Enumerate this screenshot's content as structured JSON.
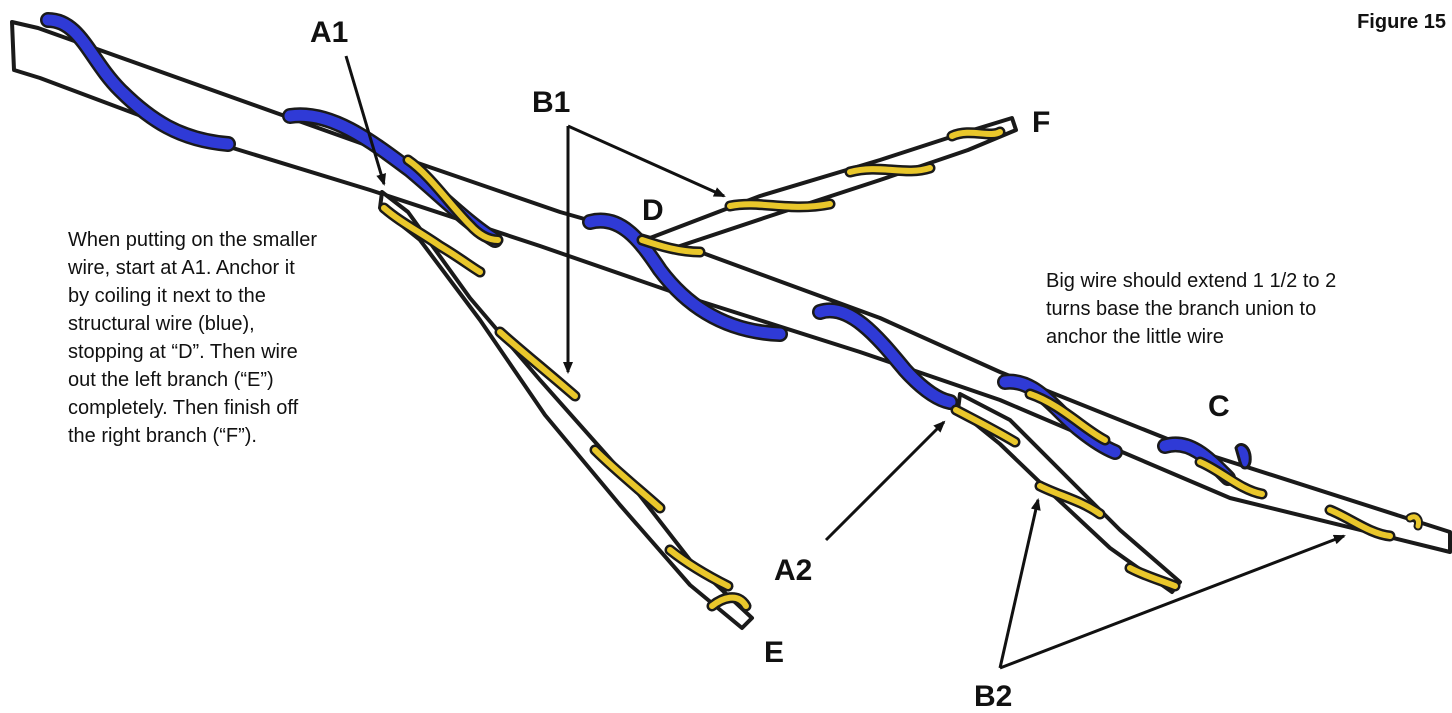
{
  "figure_label": "Figure 15",
  "labels": {
    "a1": "A1",
    "a2": "A2",
    "b1": "B1",
    "b2": "B2",
    "c": "C",
    "d": "D",
    "e": "E",
    "f": "F"
  },
  "notes": {
    "left": [
      "When putting on the smaller",
      "wire, start at A1.  Anchor it",
      "by coiling it next to the",
      "structural wire (blue),",
      "stopping at “D”.  Then wire",
      "out the left branch (“E”)",
      "completely.  Then finish off",
      "the right branch (“F”)."
    ],
    "right": [
      "Big wire should extend 1 1/2 to 2",
      "turns base the branch union to",
      "anchor the little wire"
    ]
  },
  "colors": {
    "outline": "#1a1a1a",
    "branch_fill": "#ffffff",
    "structural_wire": "#2f3ad6",
    "small_wire": "#e9c72b"
  }
}
